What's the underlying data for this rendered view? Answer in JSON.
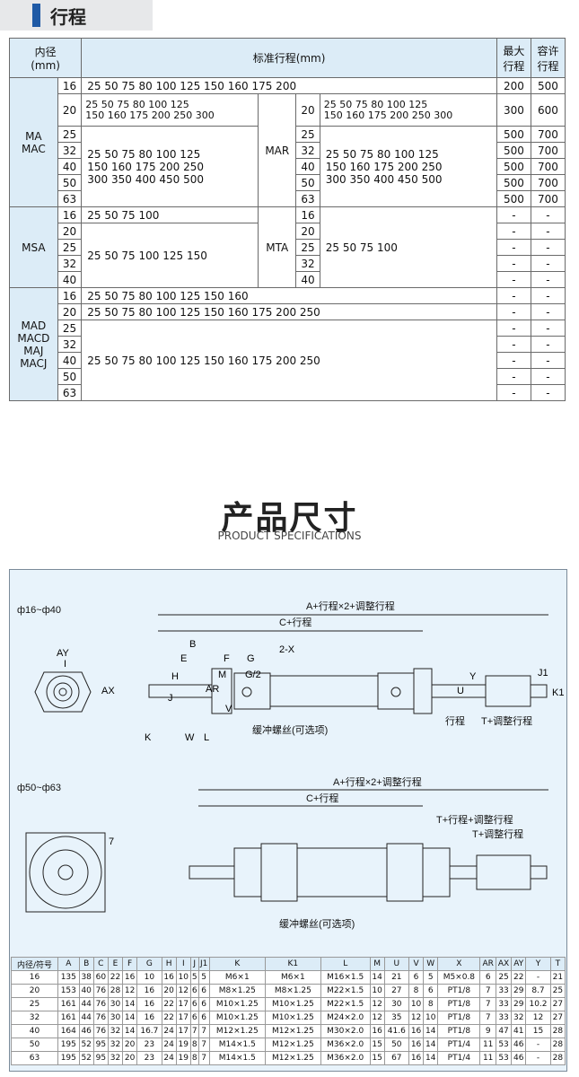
{
  "header": {
    "title": "行程"
  },
  "stroke_table": {
    "headers": {
      "bore": "内径\n(mm)",
      "standard": "标准行程(mm)",
      "max": "最大\n行程",
      "allow": "容许\n行程"
    },
    "groups": [
      {
        "model": "MA\nMAC",
        "mar": "MAR",
        "rows": [
          {
            "bore": "16",
            "left": "25  50  75  80  100  125  150  160  175  200",
            "max": "200",
            "allow": "500"
          },
          {
            "bore": "20",
            "left": "25 50 75 80 100 125\n150 160 175 200 250 300",
            "mbore": "20",
            "mright": "25 50 75 80 100 125\n150 160 175 200 250 300",
            "max": "300",
            "allow": "600"
          },
          {
            "bore": "25",
            "mbore": "25",
            "max": "500",
            "allow": "700"
          },
          {
            "bore": "32",
            "mbore": "32",
            "max": "500",
            "allow": "700"
          },
          {
            "bore": "40",
            "mbore": "40",
            "max": "500",
            "allow": "700"
          },
          {
            "bore": "50",
            "mbore": "50",
            "max": "500",
            "allow": "700"
          },
          {
            "bore": "63",
            "mbore": "63",
            "max": "500",
            "allow": "700"
          }
        ],
        "left_multi": [
          "25  50  75  80  100  125",
          "150  160  175  200  250",
          "300  350  400  450  500"
        ],
        "mar_multi": [
          "25  50  75  80  100  125",
          "150  160  175  200  250",
          "300  350  400  450  500"
        ]
      },
      {
        "model": "MSA",
        "mta": "MTA",
        "rows": [
          {
            "bore": "16"
          },
          {
            "bore": "20"
          },
          {
            "bore": "25"
          },
          {
            "bore": "32"
          },
          {
            "bore": "40"
          }
        ],
        "left16": "25  50  75  100",
        "left_rest": "25  50  75  100  125  150",
        "mta_bores": [
          "16",
          "20",
          "25",
          "32",
          "40"
        ],
        "mta_strokes": "25  50  75  100"
      },
      {
        "model": "MAD\nMACD\nMAJ\nMACJ",
        "rows": [
          {
            "bore": "16"
          },
          {
            "bore": "20"
          },
          {
            "bore": "25"
          },
          {
            "bore": "32"
          },
          {
            "bore": "40"
          },
          {
            "bore": "50"
          },
          {
            "bore": "63"
          }
        ],
        "s16": "25  50  75  80  100  125  150  160",
        "s20": "25  50  75  80  100  125  150  160  175  200  250",
        "s_rest": "25  50  75  80  100  125  150  160  175  200  250"
      }
    ],
    "dash": "-"
  },
  "section": {
    "title": "产品尺寸",
    "subtitle": "PRODUCT SPECIFICATIONS"
  },
  "drawing": {
    "label1": "ф16~ф40",
    "label2": "ф50~ф63",
    "a_total": "A+行程×2+调整行程",
    "c": "C+行程",
    "cushion": "缓冲螺丝(可选项)",
    "stroke": "行程",
    "t_adj": "T+调整行程",
    "t_stroke_adj": "T+行程+调整行程",
    "letters": [
      "B",
      "E",
      "H",
      "J",
      "F",
      "M",
      "G",
      "G/2",
      "AR",
      "2-X",
      "AY",
      "I",
      "AX",
      "K",
      "W",
      "L",
      "V",
      "U",
      "Y",
      "J1",
      "K1",
      "7"
    ]
  },
  "dims": {
    "headers": [
      "内径/符号",
      "A",
      "B",
      "C",
      "E",
      "F",
      "G",
      "H",
      "I",
      "J",
      "J1",
      "K",
      "K1",
      "L",
      "M",
      "U",
      "V",
      "W",
      "X",
      "AR",
      "AX",
      "AY",
      "Y",
      "T"
    ],
    "rows": [
      [
        "16",
        "135",
        "38",
        "60",
        "22",
        "16",
        "10",
        "16",
        "10",
        "5",
        "5",
        "M6×1",
        "M6×1",
        "M16×1.5",
        "14",
        "21",
        "6",
        "5",
        "M5×0.8",
        "6",
        "25",
        "22",
        "-",
        "21"
      ],
      [
        "20",
        "153",
        "40",
        "76",
        "28",
        "12",
        "16",
        "20",
        "12",
        "6",
        "6",
        "M8×1.25",
        "M8×1.25",
        "M22×1.5",
        "10",
        "27",
        "8",
        "6",
        "PT1/8",
        "7",
        "33",
        "29",
        "8.7",
        "25"
      ],
      [
        "25",
        "161",
        "44",
        "76",
        "30",
        "14",
        "16",
        "22",
        "17",
        "6",
        "6",
        "M10×1.25",
        "M10×1.25",
        "M22×1.5",
        "12",
        "30",
        "10",
        "8",
        "PT1/8",
        "7",
        "33",
        "29",
        "10.2",
        "27"
      ],
      [
        "32",
        "161",
        "44",
        "76",
        "30",
        "14",
        "16",
        "22",
        "17",
        "6",
        "6",
        "M10×1.25",
        "M10×1.25",
        "M24×2.0",
        "12",
        "35",
        "12",
        "10",
        "PT1/8",
        "7",
        "33",
        "32",
        "12",
        "27"
      ],
      [
        "40",
        "164",
        "46",
        "76",
        "32",
        "14",
        "16.7",
        "24",
        "17",
        "7",
        "7",
        "M12×1.25",
        "M12×1.25",
        "M30×2.0",
        "16",
        "41.6",
        "16",
        "14",
        "PT1/8",
        "9",
        "47",
        "41",
        "15",
        "28"
      ],
      [
        "50",
        "195",
        "52",
        "95",
        "32",
        "20",
        "23",
        "24",
        "19",
        "8",
        "7",
        "M14×1.5",
        "M12×1.25",
        "M36×2.0",
        "15",
        "50",
        "16",
        "14",
        "PT1/4",
        "11",
        "53",
        "46",
        "-",
        "28"
      ],
      [
        "63",
        "195",
        "52",
        "95",
        "32",
        "20",
        "23",
        "24",
        "19",
        "8",
        "7",
        "M14×1.5",
        "M12×1.25",
        "M36×2.0",
        "15",
        "67",
        "16",
        "14",
        "PT1/4",
        "11",
        "53",
        "46",
        "-",
        "28"
      ]
    ]
  }
}
